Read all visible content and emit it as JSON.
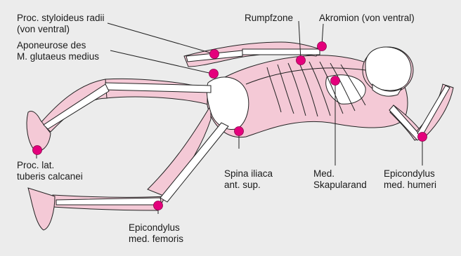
{
  "labels": {
    "styloideus": [
      "Proc. styloideus radii",
      "(von ventral)"
    ],
    "aponeurose": [
      "Aponeurose des",
      "M. glutaeus medius"
    ],
    "rumpfzone": [
      "Rumpfzone"
    ],
    "akromion": [
      "Akromion (von ventral)"
    ],
    "calcanei": [
      "Proc. lat.",
      "tuberis calcanei"
    ],
    "spina": [
      "Spina iliaca",
      "ant. sup."
    ],
    "skapularand": [
      "Med.",
      "Skapularand"
    ],
    "humeri": [
      "Epicondylus",
      "med. humeri"
    ],
    "femoris": [
      "Epicondylus",
      "med. femoris"
    ]
  },
  "colors": {
    "background": "#ececec",
    "skin": "#f4c9d6",
    "bone": "#ffffff",
    "outline": "#222222",
    "marker": "#e4007c"
  }
}
